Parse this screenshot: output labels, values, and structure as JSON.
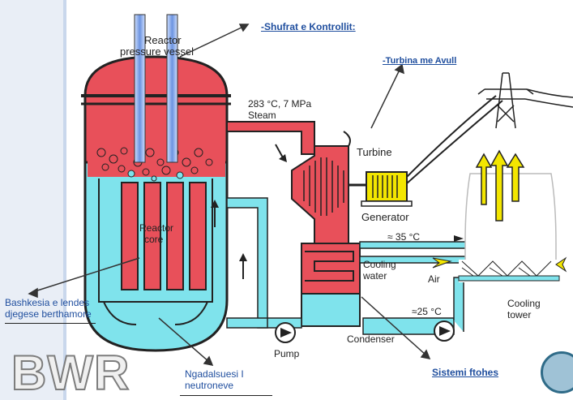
{
  "diagram": {
    "vessel_label": "Reactor pressure vessel",
    "core_label": "Reactor core",
    "steam_label": "283 °C, 7 MPa Steam",
    "turbine_label": "Turbine",
    "generator_label": "Generator",
    "temp_hot": "≈ 35 °C",
    "temp_cold": "≈25 °C",
    "cooling_water_label": "Cooling water",
    "air_label": "Air",
    "cooling_tower_label": "Cooling tower",
    "condenser_label": "Condenser",
    "pump_label": "Pump",
    "colors": {
      "steam_red": "#e8505a",
      "water_cyan": "#7fe3ec",
      "outline": "#222222",
      "rod_blue": "#7fa8e6",
      "arrow_yellow": "#f3e600"
    }
  },
  "annotations": {
    "control_rods": "-Shufrat e Kontrollit:",
    "steam_turbine": "-Turbina me Avull",
    "fuel_assembly": "Bashkesia e lendes djegese berthamore",
    "moderator": "Ngadalsuesi I neutroneve",
    "cooling_system": "Sistemi ftohes"
  },
  "watermark": "BWR"
}
